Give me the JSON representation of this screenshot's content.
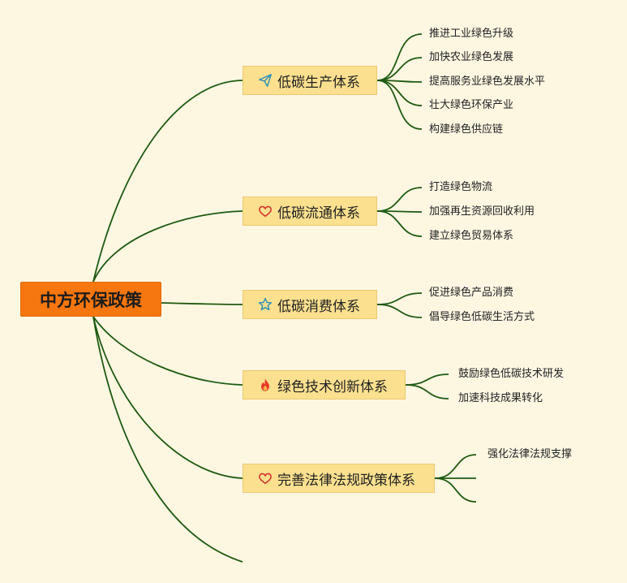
{
  "root": {
    "label": "中方环保政策"
  },
  "topics": [
    {
      "label": "低碳生产体系",
      "icon": "paper-plane-icon",
      "items": [
        "推进工业绿色升级",
        "加快农业绿色发展",
        "提高服务业绿色发展水平",
        "壮大绿色环保产业",
        "构建绿色供应链"
      ]
    },
    {
      "label": "低碳流通体系",
      "icon": "heart-icon",
      "items": [
        "打造绿色物流",
        "加强再生资源回收利用",
        "建立绿色贸易体系"
      ]
    },
    {
      "label": "低碳消费体系",
      "icon": "star-icon",
      "items": [
        "促进绿色产品消费",
        "倡导绿色低碳生活方式"
      ]
    },
    {
      "label": "绿色技术创新体系",
      "icon": "fire-icon",
      "items": [
        "鼓励绿色低碳技术研发",
        "加速科技成果转化"
      ]
    },
    {
      "label": "完善法律法规政策体系",
      "icon": "heart-icon",
      "items": [
        "强化法律法规支撑",
        "",
        ""
      ]
    }
  ],
  "colors": {
    "background": "#fdf7e2",
    "root": "#f6760f",
    "topic": "#fbe08f",
    "line": "#1f5a12"
  }
}
